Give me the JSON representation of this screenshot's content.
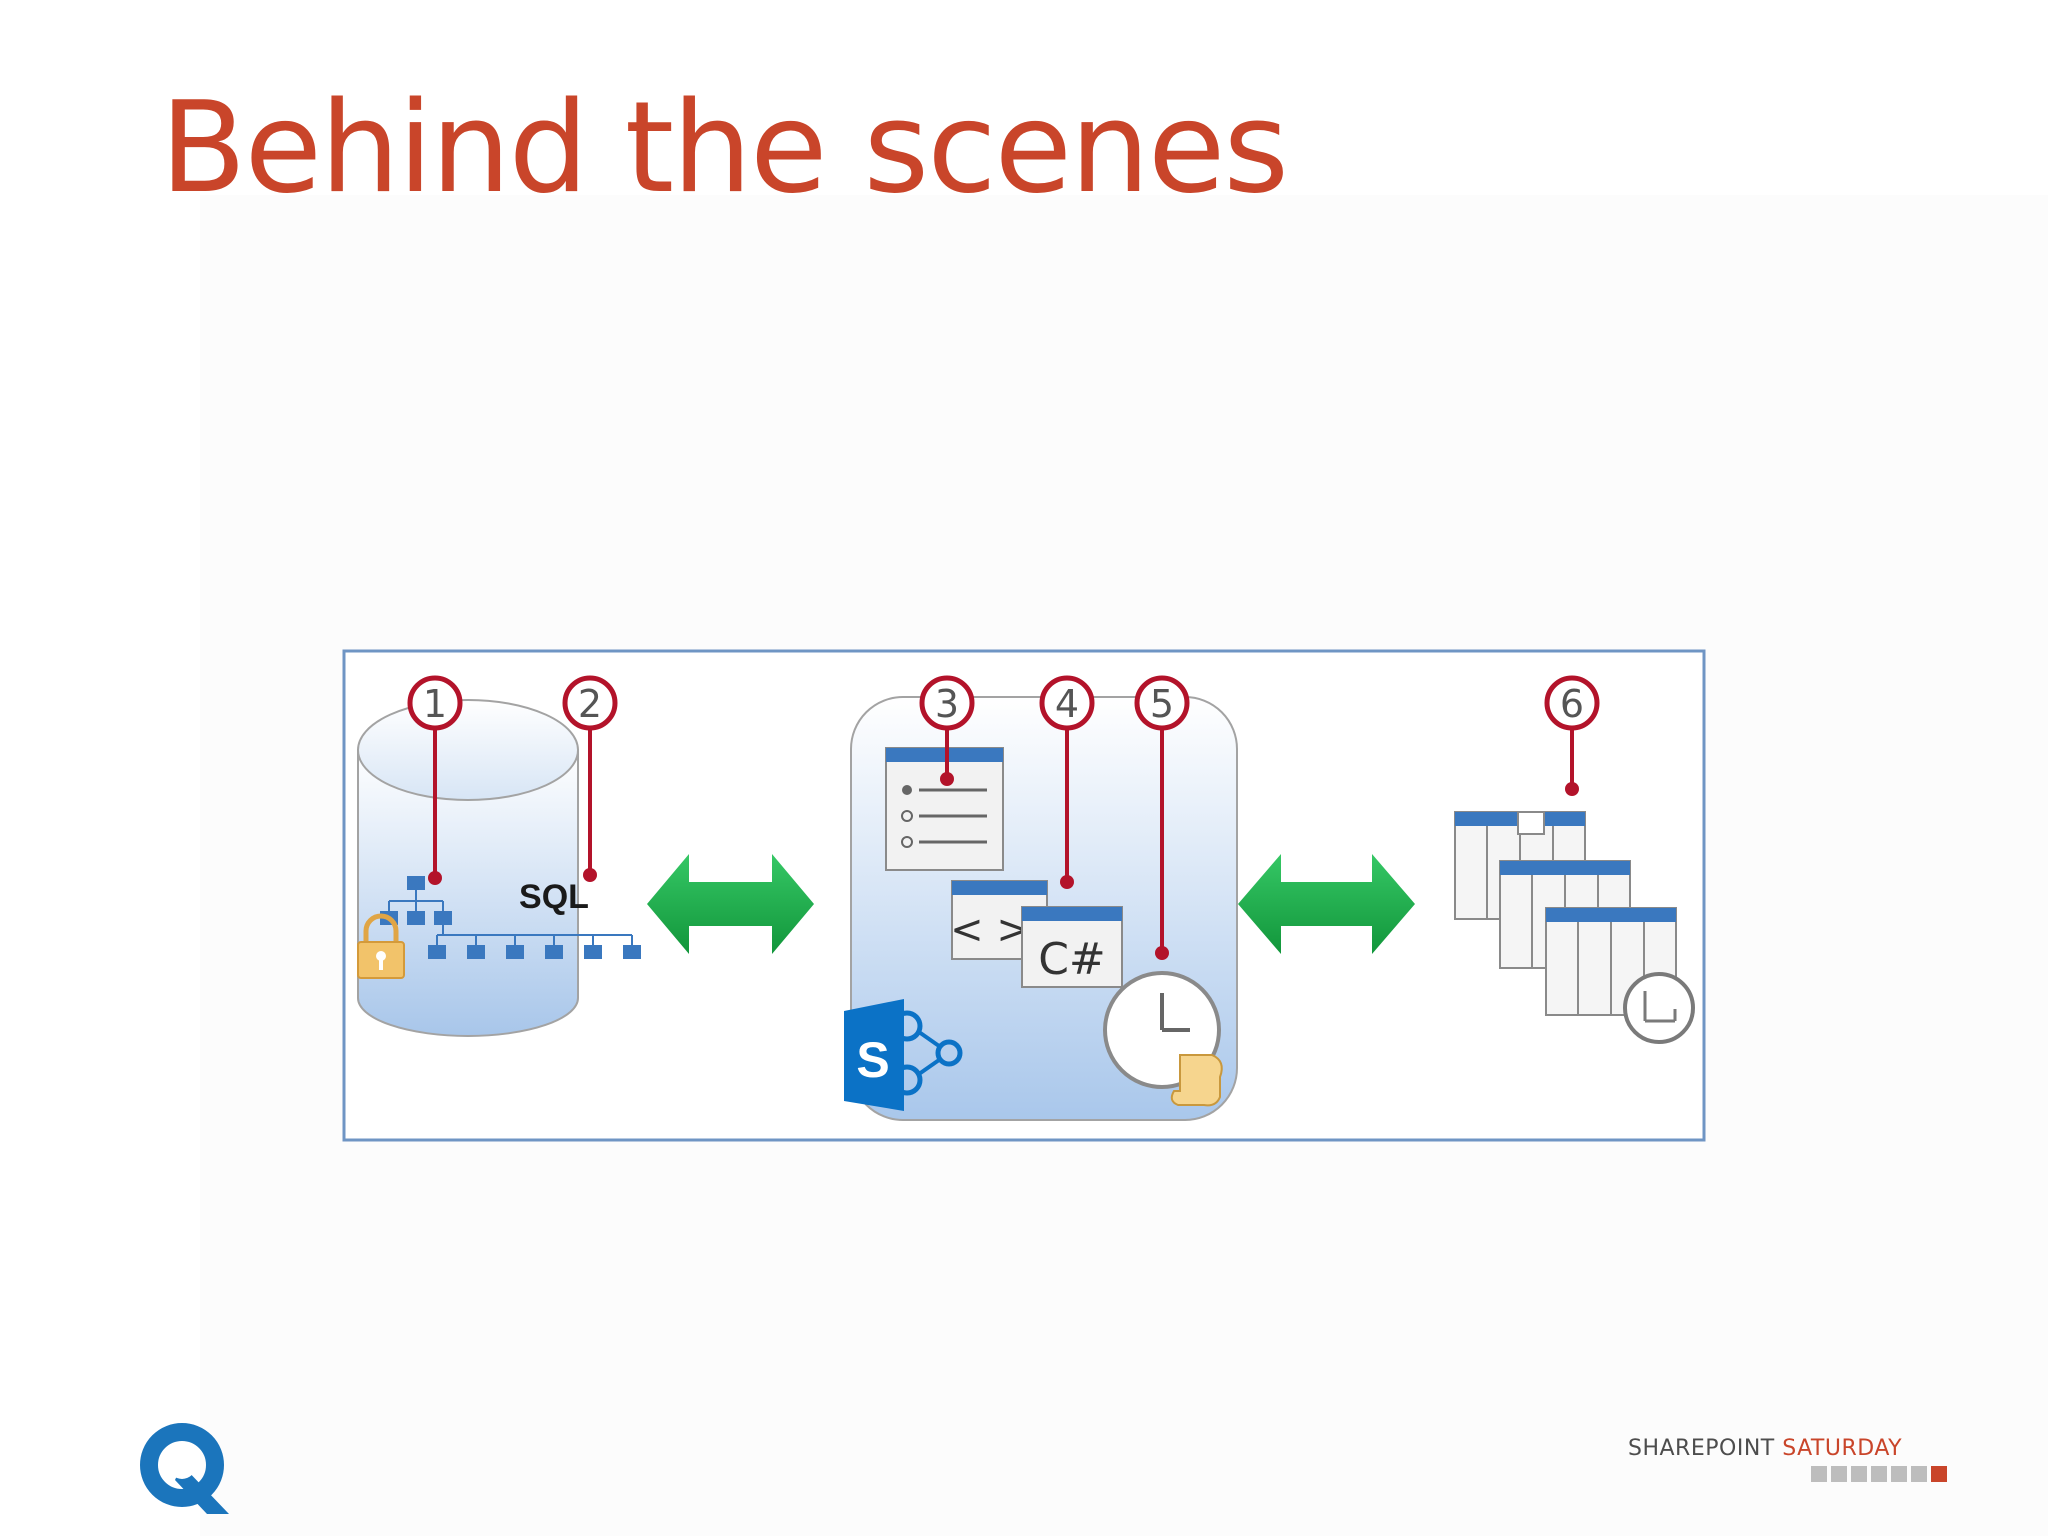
{
  "slide": {
    "title": "Behind the scenes"
  },
  "diagram": {
    "callouts": [
      "1",
      "2",
      "3",
      "4",
      "5",
      "6"
    ],
    "sql_label": "SQL",
    "code_label": "< >",
    "csharp_label": "C#",
    "sharepoint_label": "S"
  },
  "footer": {
    "brand_part1": "SHAREPOINT ",
    "brand_part2": "SATURDAY"
  },
  "colors": {
    "title": "#c9452a",
    "frame": "#6f95c4",
    "callout": "#b3132a",
    "arrow": "#1db14b",
    "db_blue": "#3a78bf",
    "lock": "#e8b04b",
    "sharepoint": "#0b72c6"
  }
}
